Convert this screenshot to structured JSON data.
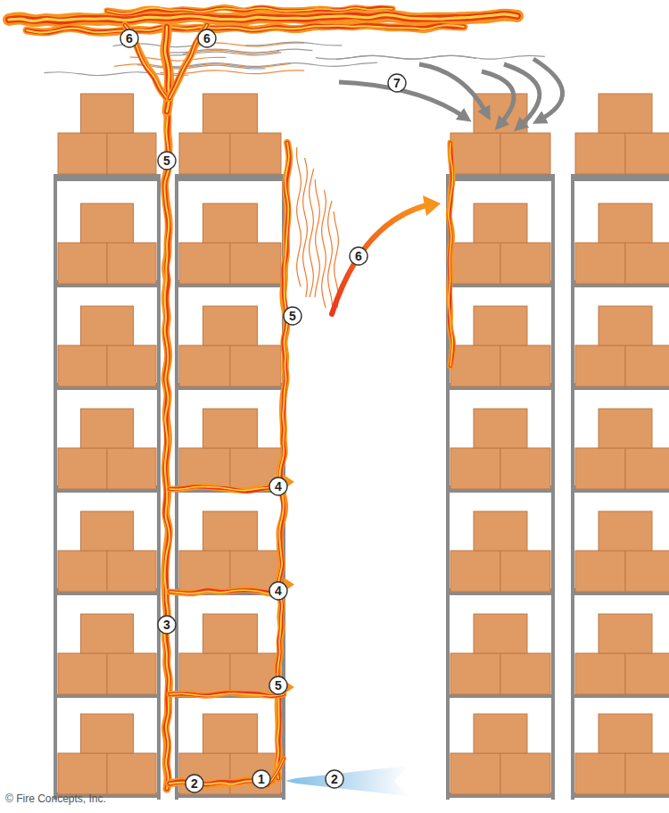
{
  "diagram": {
    "labels": [
      "6",
      "6",
      "7",
      "5",
      "6",
      "5",
      "4",
      "4",
      "3",
      "5",
      "2",
      "1",
      "2",
      "© Fire Concepts, Inc."
    ]
  }
}
